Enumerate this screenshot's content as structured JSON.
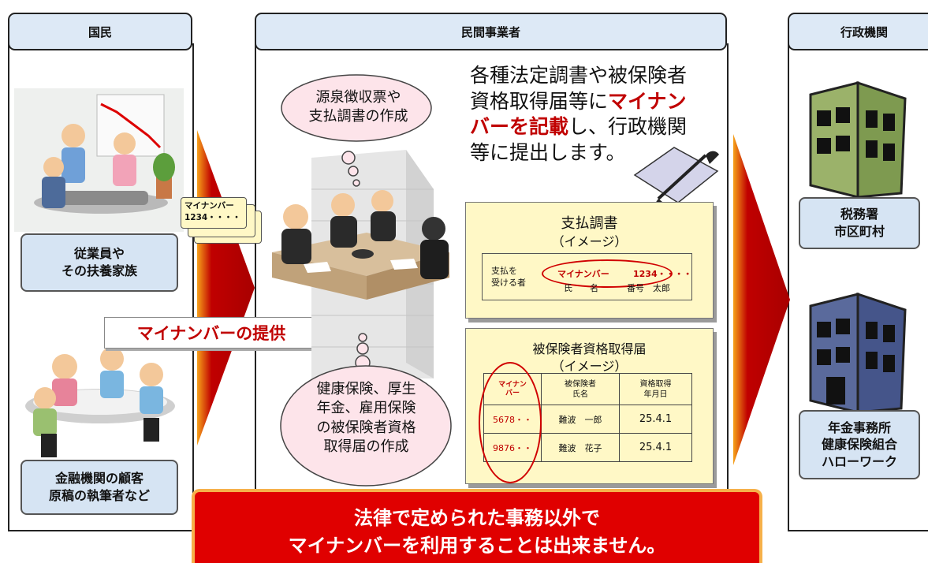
{
  "headers": {
    "citizens": "国民",
    "businesses": "民間事業者",
    "government": "行政機関"
  },
  "citizens": {
    "employees": [
      "従業員や",
      "その扶養家族"
    ],
    "customers": [
      "金融機関の顧客",
      "原稿の執筆者など"
    ],
    "provide_label": "マイナンバーの提供"
  },
  "mynumber_card": {
    "line1": "マイナンバー",
    "line2": "1234・・・・"
  },
  "businesses": {
    "description_plain1": "各種法定調書や被保険者",
    "description_plain2": "資格取得届等に",
    "description_red1": "マイナン",
    "description_red2": "バーを記載",
    "description_plain3": "し、行政機関",
    "description_plain4": "等に提出します。",
    "cloud_top": [
      "源泉徴収票や",
      "支払調書の作成"
    ],
    "cloud_bottom": [
      "健康保険、厚生",
      "年金、雇用保険",
      "の被保険者資格",
      "取得届の作成"
    ]
  },
  "doc_payment": {
    "title": "支払調書",
    "subtitle": "（イメージ）",
    "row_label1": "支払を",
    "row_label2": "受ける者",
    "mynumber_label": "マイナンバー",
    "mynumber_value": "1234・・・・",
    "name_label": "氏　　名",
    "name_value": "番号　太郎"
  },
  "doc_insurance": {
    "title": "被保険者資格取得届",
    "subtitle": "（イメージ）",
    "col_headers": [
      "マイナンバー",
      "被保険者氏名",
      "資格取得年月日"
    ],
    "col_header_lines": [
      [
        "マイナン",
        "バー"
      ],
      [
        "被保険者",
        "氏名"
      ],
      [
        "資格取得",
        "年月日"
      ]
    ],
    "rows": [
      [
        "5678・・",
        "難波　一郎",
        "25.4.1"
      ],
      [
        "9876・・",
        "難波　花子",
        "25.4.1"
      ]
    ]
  },
  "government": {
    "tax": [
      "税務署",
      "市区町村"
    ],
    "pension": [
      "年金事務所",
      "健康保険組合",
      "ハローワーク"
    ]
  },
  "banner": {
    "line1": "法律で定められた事務以外で",
    "line2": "マイナンバーを利用することは出来ません。"
  },
  "colors": {
    "header_bg": "#dde9f6",
    "box_bg": "#d6e4f3",
    "arrow": "#c00000",
    "banner": "#e00000",
    "doc_bg": "#fff8c6"
  }
}
